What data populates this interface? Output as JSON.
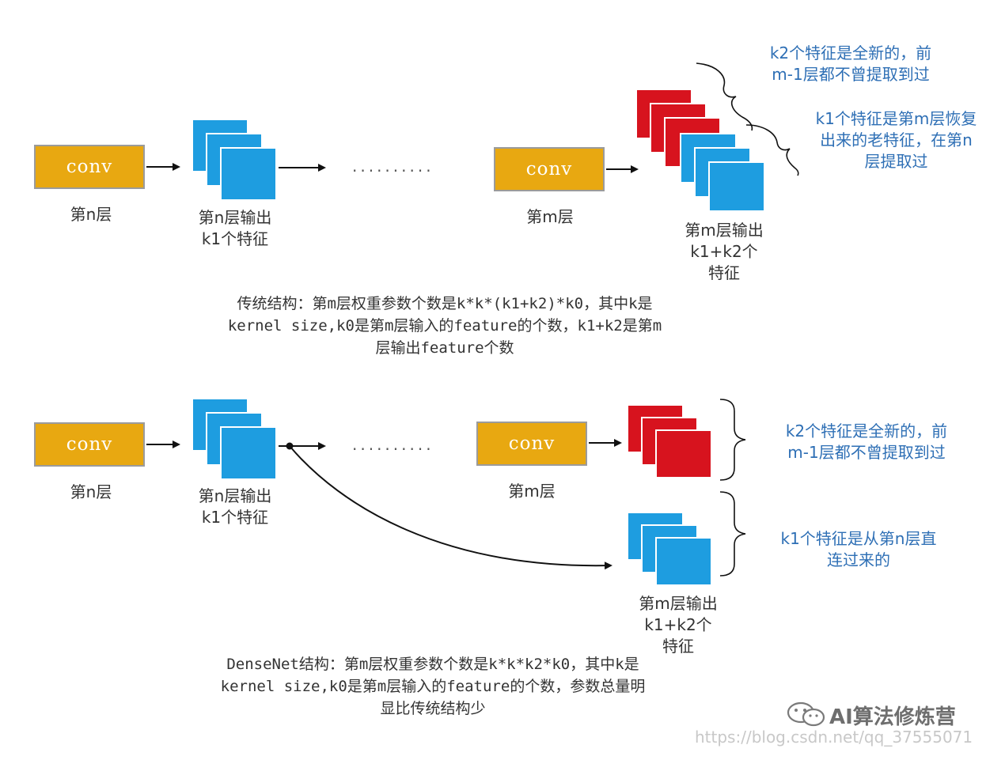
{
  "top": {
    "conv1_label": "conv",
    "conv1_caption": "第n层",
    "output1_caption": [
      "第n层输出",
      "k1个特征"
    ],
    "dots": "..........",
    "conv2_label": "conv",
    "conv2_caption": "第m层",
    "output2_caption": [
      "第m层输出",
      "k1+k2个",
      "特征"
    ],
    "note_new": [
      "k2个特征是全新的，前",
      "m-1层都不曾提取到过"
    ],
    "note_old": [
      "k1个特征是第m层恢复",
      "出来的老特征，在第n",
      "层提取过"
    ],
    "description": [
      "传统结构：第m层权重参数个数是k*k*(k1+k2)*k0，其中k是",
      "kernel size,k0是第m层输入的feature的个数，k1+k2是第m",
      "层输出feature个数"
    ]
  },
  "bottom": {
    "conv1_label": "conv",
    "conv1_caption": "第n层",
    "output1_caption": [
      "第n层输出",
      "k1个特征"
    ],
    "dots": "..........",
    "conv2_label": "conv",
    "conv2_caption": "第m层",
    "output2_caption": [
      "第m层输出",
      "k1+k2个",
      "特征"
    ],
    "note_new": [
      "k2个特征是全新的，前",
      "m-1层都不曾提取到过"
    ],
    "note_direct": [
      "k1个特征是从第n层直",
      "连过来的"
    ],
    "description": [
      "DenseNet结构：第m层权重参数个数是k*k*k2*k0，其中k是",
      "kernel size,k0是第m层输入的feature的个数，参数总量明",
      "显比传统结构少"
    ]
  },
  "watermark": {
    "brand": "AI算法修炼营",
    "url": "https://blog.csdn.net/qq_37555071"
  },
  "colors": {
    "conv_fill": "#E8A811",
    "feature_blue": "#1E9DE0",
    "feature_red": "#D7131E",
    "note_text": "#2E6FB5"
  }
}
